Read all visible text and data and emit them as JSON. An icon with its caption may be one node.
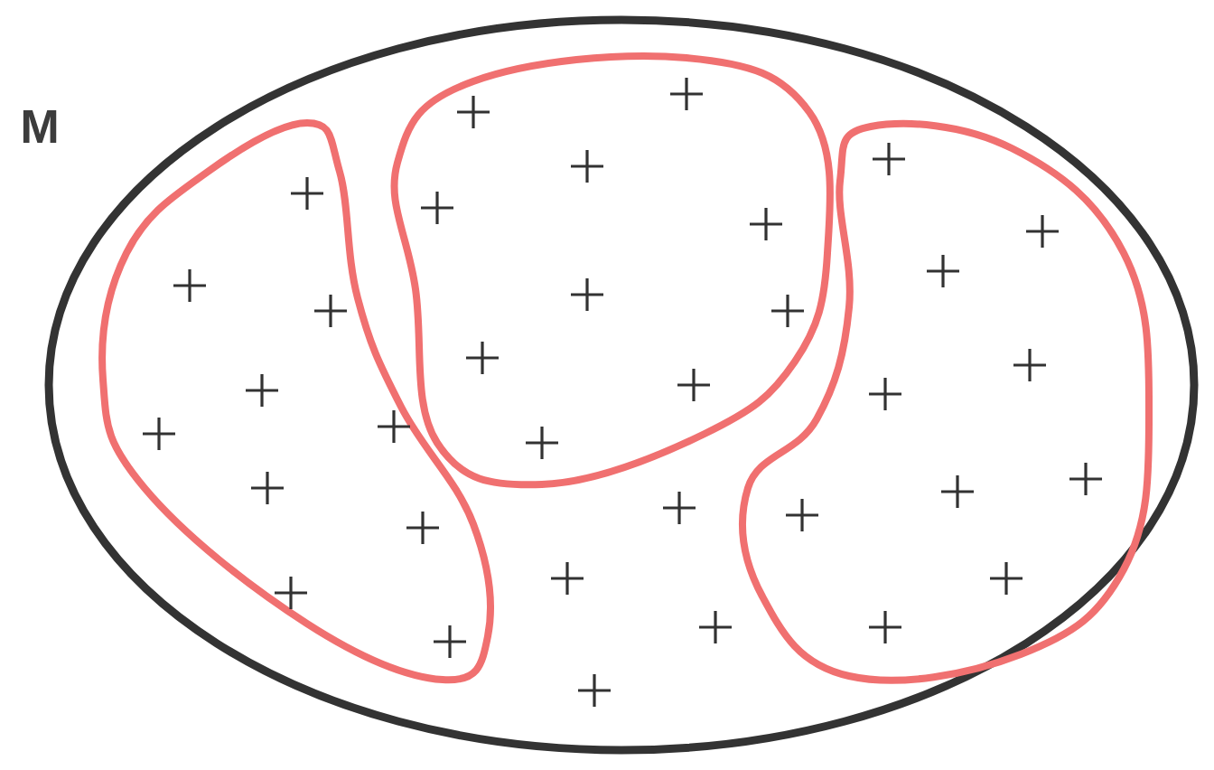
{
  "diagram": {
    "nodes": [
      {
        "text": [
          "M"
        ]
      },
      {
        "text": [],
        "shape": "blob",
        "in": 0
      },
      {
        "text": [],
        "shape": "blob",
        "in": 0
      },
      {
        "text": [],
        "shape": "blob",
        "in": 0
      }
    ]
  }
}
